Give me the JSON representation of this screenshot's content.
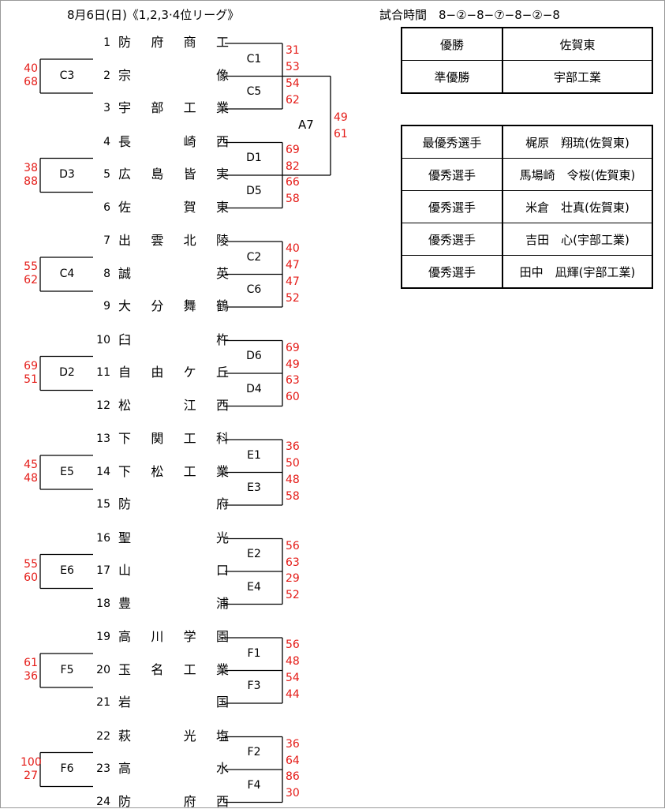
{
  "header": {
    "title": "8月6日(日)《1,2,3·4位リーグ》",
    "schedule": "試合時間　8−②−8−⑦−8−②−8"
  },
  "result_table": [
    {
      "label": "優勝",
      "value": "佐賀東"
    },
    {
      "label": "準優勝",
      "value": "宇部工業"
    }
  ],
  "awards": [
    {
      "label": "最優秀選手",
      "value": "梶原　翔琉(佐賀東)"
    },
    {
      "label": "優秀選手",
      "value": "馬場崎　令桜(佐賀東)"
    },
    {
      "label": "優秀選手",
      "value": "米倉　壮真(佐賀東)"
    },
    {
      "label": "優秀選手",
      "value": "吉田　心(宇部工業)"
    },
    {
      "label": "優秀選手",
      "value": "田中　凪輝(宇部工業)"
    }
  ],
  "teams": [
    {
      "num": "1",
      "chars": [
        "防",
        "府",
        "商",
        "工"
      ]
    },
    {
      "num": "2",
      "chars": [
        "宗",
        "",
        "",
        "像"
      ]
    },
    {
      "num": "3",
      "chars": [
        "宇",
        "部",
        "工",
        "業"
      ]
    },
    {
      "num": "4",
      "chars": [
        "長",
        "",
        "崎",
        "西"
      ]
    },
    {
      "num": "5",
      "chars": [
        "広",
        "島",
        "皆",
        "実"
      ]
    },
    {
      "num": "6",
      "chars": [
        "佐",
        "",
        "賀",
        "東"
      ]
    },
    {
      "num": "7",
      "chars": [
        "出",
        "雲",
        "北",
        "陵"
      ]
    },
    {
      "num": "8",
      "chars": [
        "誠",
        "",
        "",
        "英"
      ]
    },
    {
      "num": "9",
      "chars": [
        "大",
        "分",
        "舞",
        "鶴"
      ]
    },
    {
      "num": "10",
      "chars": [
        "臼",
        "",
        "",
        "杵"
      ]
    },
    {
      "num": "11",
      "chars": [
        "自",
        "由",
        "ケ",
        "丘"
      ]
    },
    {
      "num": "12",
      "chars": [
        "松",
        "",
        "江",
        "西"
      ]
    },
    {
      "num": "13",
      "chars": [
        "下",
        "関",
        "工",
        "科"
      ]
    },
    {
      "num": "14",
      "chars": [
        "下",
        "松",
        "工",
        "業"
      ]
    },
    {
      "num": "15",
      "chars": [
        "防",
        "",
        "",
        "府"
      ]
    },
    {
      "num": "16",
      "chars": [
        "聖",
        "",
        "",
        "光"
      ]
    },
    {
      "num": "17",
      "chars": [
        "山",
        "",
        "",
        "口"
      ]
    },
    {
      "num": "18",
      "chars": [
        "豊",
        "",
        "",
        "浦"
      ]
    },
    {
      "num": "19",
      "chars": [
        "高",
        "川",
        "学",
        "園"
      ]
    },
    {
      "num": "20",
      "chars": [
        "玉",
        "名",
        "工",
        "業"
      ]
    },
    {
      "num": "21",
      "chars": [
        "岩",
        "",
        "",
        "国"
      ]
    },
    {
      "num": "22",
      "chars": [
        "萩",
        "",
        "光",
        "塩"
      ]
    },
    {
      "num": "23",
      "chars": [
        "高",
        "",
        "",
        "水"
      ]
    },
    {
      "num": "24",
      "chars": [
        "防",
        "",
        "府",
        "西"
      ]
    }
  ],
  "groups": [
    {
      "left_label": "C3",
      "left_scores": [
        "40",
        "68"
      ],
      "top_label": "C1",
      "bottom_label": "C5",
      "right_scores": [
        "31",
        "53",
        "54",
        "62"
      ]
    },
    {
      "left_label": "D3",
      "left_scores": [
        "38",
        "88"
      ],
      "top_label": "D1",
      "bottom_label": "D5",
      "right_scores": [
        "69",
        "82",
        "66",
        "58"
      ]
    },
    {
      "left_label": "C4",
      "left_scores": [
        "55",
        "62"
      ],
      "top_label": "C2",
      "bottom_label": "C6",
      "right_scores": [
        "40",
        "47",
        "47",
        "52"
      ]
    },
    {
      "left_label": "D2",
      "left_scores": [
        "69",
        "51"
      ],
      "top_label": "D6",
      "bottom_label": "D4",
      "right_scores": [
        "69",
        "49",
        "63",
        "60"
      ]
    },
    {
      "left_label": "E5",
      "left_scores": [
        "45",
        "48"
      ],
      "top_label": "E1",
      "bottom_label": "E3",
      "right_scores": [
        "36",
        "50",
        "48",
        "58"
      ]
    },
    {
      "left_label": "E6",
      "left_scores": [
        "55",
        "60"
      ],
      "top_label": "E2",
      "bottom_label": "E4",
      "right_scores": [
        "56",
        "63",
        "29",
        "52"
      ]
    },
    {
      "left_label": "F5",
      "left_scores": [
        "61",
        "36"
      ],
      "top_label": "F1",
      "bottom_label": "F3",
      "right_scores": [
        "56",
        "48",
        "54",
        "44"
      ]
    },
    {
      "left_label": "F6",
      "left_scores": [
        "100",
        "27"
      ],
      "top_label": "F2",
      "bottom_label": "F4",
      "right_scores": [
        "36",
        "64",
        "86",
        "30"
      ]
    }
  ],
  "final": {
    "label": "A7",
    "scores": [
      "49",
      "61"
    ]
  }
}
